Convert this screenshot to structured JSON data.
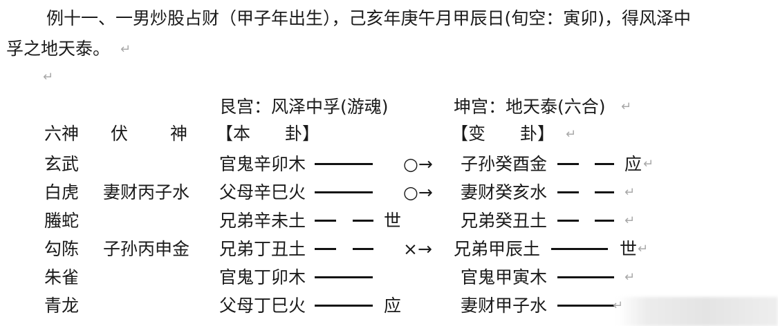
{
  "intro": {
    "line1": "例十一、一男炒股占财（甲子年出生），己亥年庚午月甲辰日(旬空：寅卯)，得风泽中",
    "line2": "孚之地天泰。"
  },
  "return_mark": "↵",
  "gua_titles": {
    "original": "艮宫：风泽中孚(游魂)",
    "changed": "坤宫：地天泰(六合)"
  },
  "headers": {
    "liushen": "六神",
    "fu": "伏",
    "shen": "神",
    "ben_gua": "【本　　卦】",
    "bian_gua": "【变　　卦】"
  },
  "rows": [
    {
      "liushen": "玄武",
      "fushen": "",
      "ben": "官鬼辛卯木",
      "ben_mark": "",
      "change": "○→",
      "bian": "子孙癸酉金",
      "bian_mark": "应"
    },
    {
      "liushen": "白虎",
      "fushen": "妻财丙子水",
      "ben": "父母辛巳火",
      "ben_mark": "",
      "change": "○→",
      "bian": "妻财癸亥水",
      "bian_mark": ""
    },
    {
      "liushen": "螣蛇",
      "fushen": "",
      "ben": "兄弟辛未土",
      "ben_mark": "世",
      "change": "",
      "bian": "兄弟癸丑土",
      "bian_mark": ""
    },
    {
      "liushen": "勾陈",
      "fushen": "子孙丙申金",
      "ben": "兄弟丁丑土",
      "ben_mark": "",
      "change": "×→",
      "bian": "兄弟甲辰土",
      "bian_mark": "世"
    },
    {
      "liushen": "朱雀",
      "fushen": "",
      "ben": "官鬼丁卯木",
      "ben_mark": "",
      "change": "",
      "bian": "官鬼甲寅木",
      "bian_mark": ""
    },
    {
      "liushen": "青龙",
      "fushen": "",
      "ben": "父母丁巳火",
      "ben_mark": "应",
      "change": "",
      "bian": "妻财甲子水",
      "bian_mark": ""
    }
  ],
  "colors": {
    "text": "#1a1a1a",
    "return_mark": "#a8a8a8",
    "yao_line": "#111111"
  }
}
